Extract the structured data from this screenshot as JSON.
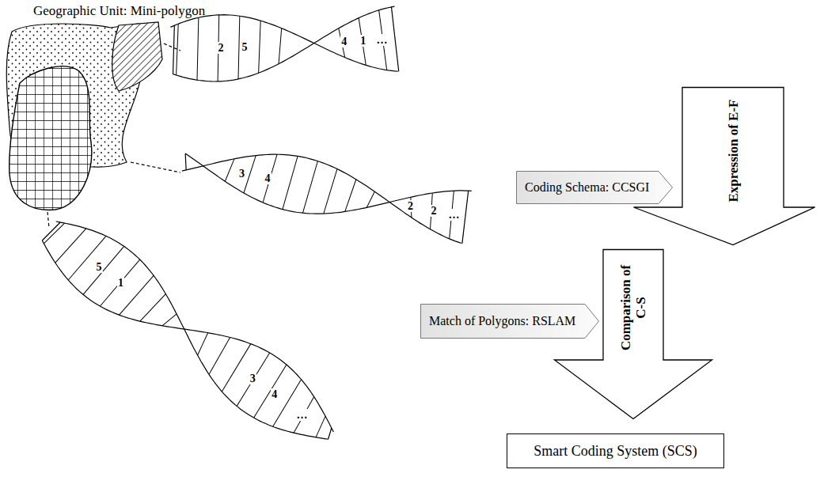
{
  "diagram": {
    "title": "Geographic Unit: Mini-polygon",
    "nodes": [
      {
        "text": [
          "Coding Schema: CCSGI"
        ]
      },
      {
        "text": [
          "Expression of E-F"
        ]
      },
      {
        "text": [
          "Match of Polygons: RSLAM"
        ]
      },
      {
        "text": [
          "Comparison of C-S"
        ]
      },
      {
        "text": [
          "Smart Coding System (SCS)"
        ]
      }
    ],
    "labels": [
      "2",
      "5",
      "4",
      "1",
      "…",
      "3",
      "4",
      "2",
      "2",
      "…",
      "5",
      "1",
      "3",
      "4",
      "…"
    ]
  }
}
